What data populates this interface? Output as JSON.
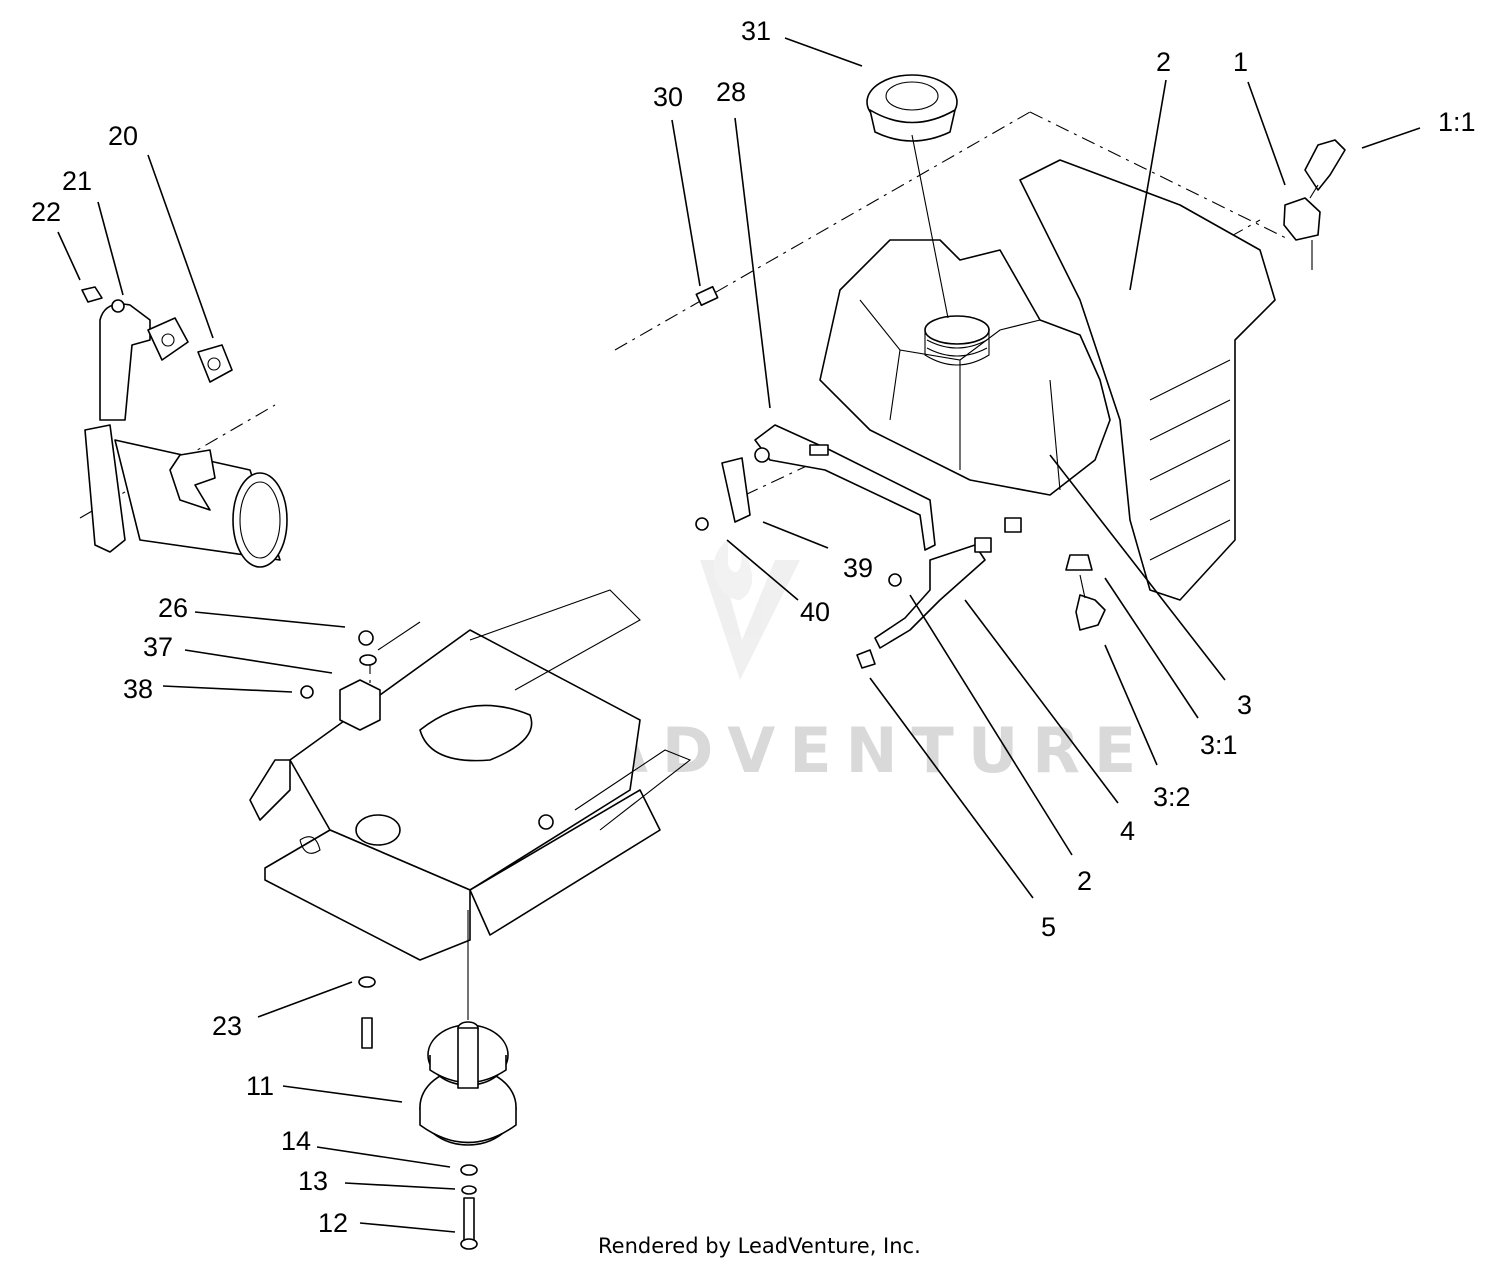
{
  "callouts": [
    "31",
    "30",
    "28",
    "2",
    "1",
    "1:1",
    "20",
    "21",
    "22",
    "39",
    "40",
    "3",
    "3:1",
    "3:2",
    "4",
    "2",
    "5",
    "26",
    "37",
    "38",
    "23",
    "11",
    "14",
    "13",
    "12"
  ],
  "watermark": "LEADVENTURE",
  "credit": "Rendered by LeadVenture, Inc.",
  "colors": {
    "line": "#000000",
    "background": "#ffffff",
    "watermark": "#d9d9d9"
  }
}
